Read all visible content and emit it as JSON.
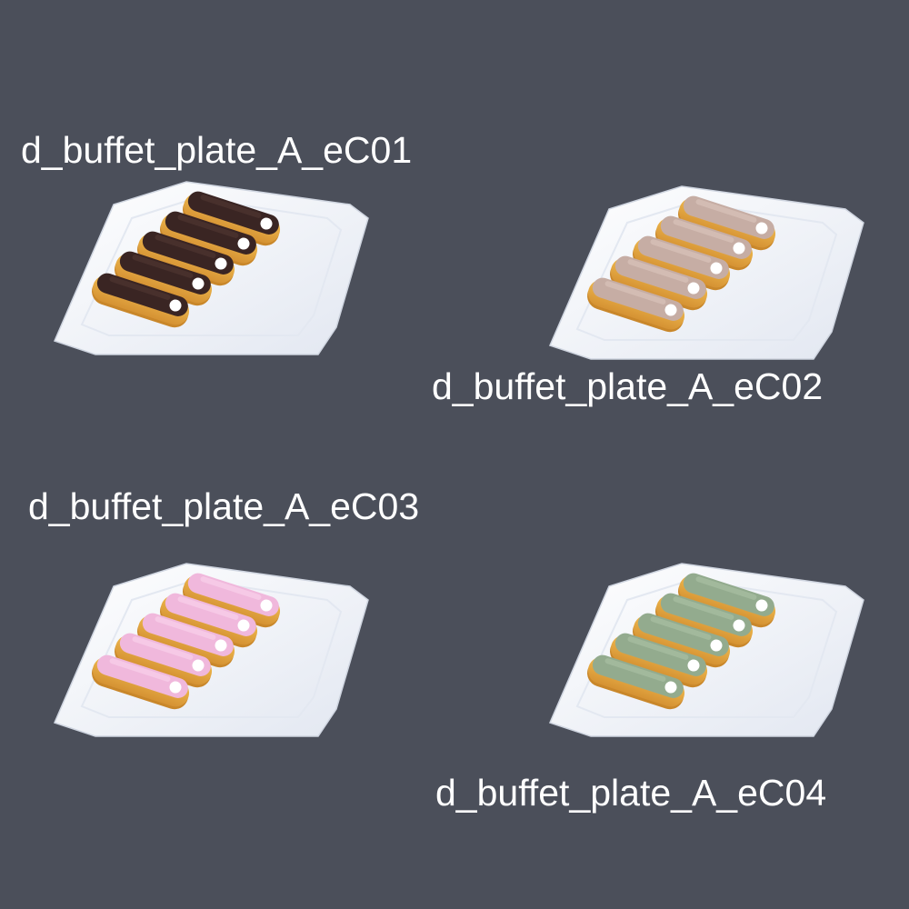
{
  "viewport": {
    "background": "#4b4f5a"
  },
  "assets": [
    {
      "label": "d_buffet_plate_A_eC01",
      "icing_color": "#3a2523",
      "icing_highlight": "#4e3431"
    },
    {
      "label": "d_buffet_plate_A_eC02",
      "icing_color": "#c6ada4",
      "icing_highlight": "#d8c2b9"
    },
    {
      "label": "d_buffet_plate_A_eC03",
      "icing_color": "#f0b8dc",
      "icing_highlight": "#f8d0ea"
    },
    {
      "label": "d_buffet_plate_A_eC04",
      "icing_color": "#93ab8e",
      "icing_highlight": "#a8bfa3"
    }
  ],
  "colors": {
    "pastry": "#e8ab3c",
    "pastry_shadow": "#c9872a",
    "plate": "#f4f6fb",
    "plate_shade": "#dfe4ee",
    "cream_dot": "#ffffff"
  }
}
